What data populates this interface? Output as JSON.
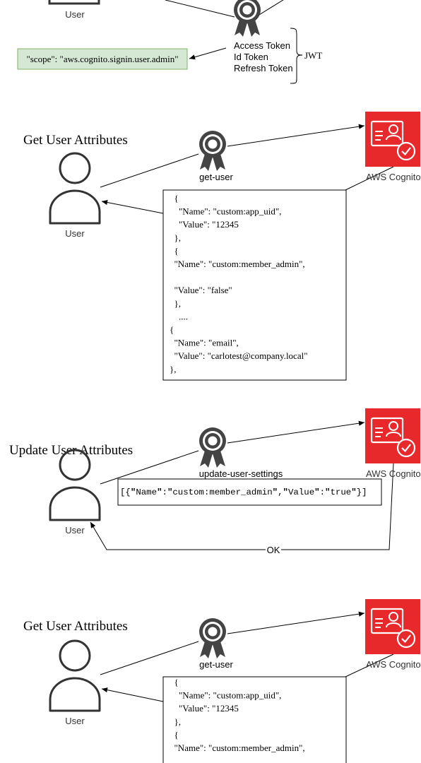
{
  "colors": {
    "cognito_red": "#e7292c",
    "scope_fill": "#d5e8d4",
    "scope_stroke": "#82b366",
    "ink": "#333333",
    "line": "#000000",
    "icon_gray": "#444444"
  },
  "top_section": {
    "user_label": "User",
    "tokens": [
      "Access Token",
      "Id Token",
      "Refresh Token"
    ],
    "jwt_label": "JWT",
    "scope_text": "\"scope\": \"aws.cognito.signin.user.admin\""
  },
  "section1": {
    "title": "Get User Attributes",
    "action_label": "get-user",
    "user_label": "User",
    "cognito_label": "AWS Cognito",
    "json_lines": [
      "  {",
      "    \"Name\": \"custom:app_uid\",",
      "    \"Value\": \"12345",
      "  },",
      "  {",
      "  \"Name\": \"custom:member_admin\",",
      "",
      "  \"Value\": \"false\"",
      "  },",
      "    ....",
      "{",
      "  \"Name\": \"email\",",
      "  \"Value\": \"carlotest@company.local\"",
      "},"
    ]
  },
  "section2": {
    "title": "Update User Attributes",
    "action_label": "update-user-settings",
    "user_label": "User",
    "cognito_label": "AWS Cognito",
    "payload": [
      {
        "text": "[{",
        "bold": false
      },
      {
        "text": "\"",
        "bold": true
      },
      {
        "text": "Name",
        "bold": false
      },
      {
        "text": "\"",
        "bold": true
      },
      {
        "text": ":",
        "bold": false
      },
      {
        "text": "\"",
        "bold": true
      },
      {
        "text": "custom:member_admin",
        "bold": false
      },
      {
        "text": "\"",
        "bold": true
      },
      {
        "text": ",",
        "bold": false
      },
      {
        "text": "\"",
        "bold": true
      },
      {
        "text": "Value",
        "bold": false
      },
      {
        "text": "\"",
        "bold": true
      },
      {
        "text": ":",
        "bold": false
      },
      {
        "text": "\"",
        "bold": true
      },
      {
        "text": "true",
        "bold": false
      },
      {
        "text": "\"",
        "bold": true
      },
      {
        "text": "}]",
        "bold": false
      }
    ],
    "ok_label": "OK"
  },
  "section3": {
    "title": "Get User Attributes",
    "action_label": "get-user",
    "user_label": "User",
    "cognito_label": "AWS Cognito",
    "json_lines": [
      "  {",
      "    \"Name\": \"custom:app_uid\",",
      "    \"Value\": \"12345",
      "  },",
      "  {",
      "  \"Name\": \"custom:member_admin\","
    ]
  }
}
